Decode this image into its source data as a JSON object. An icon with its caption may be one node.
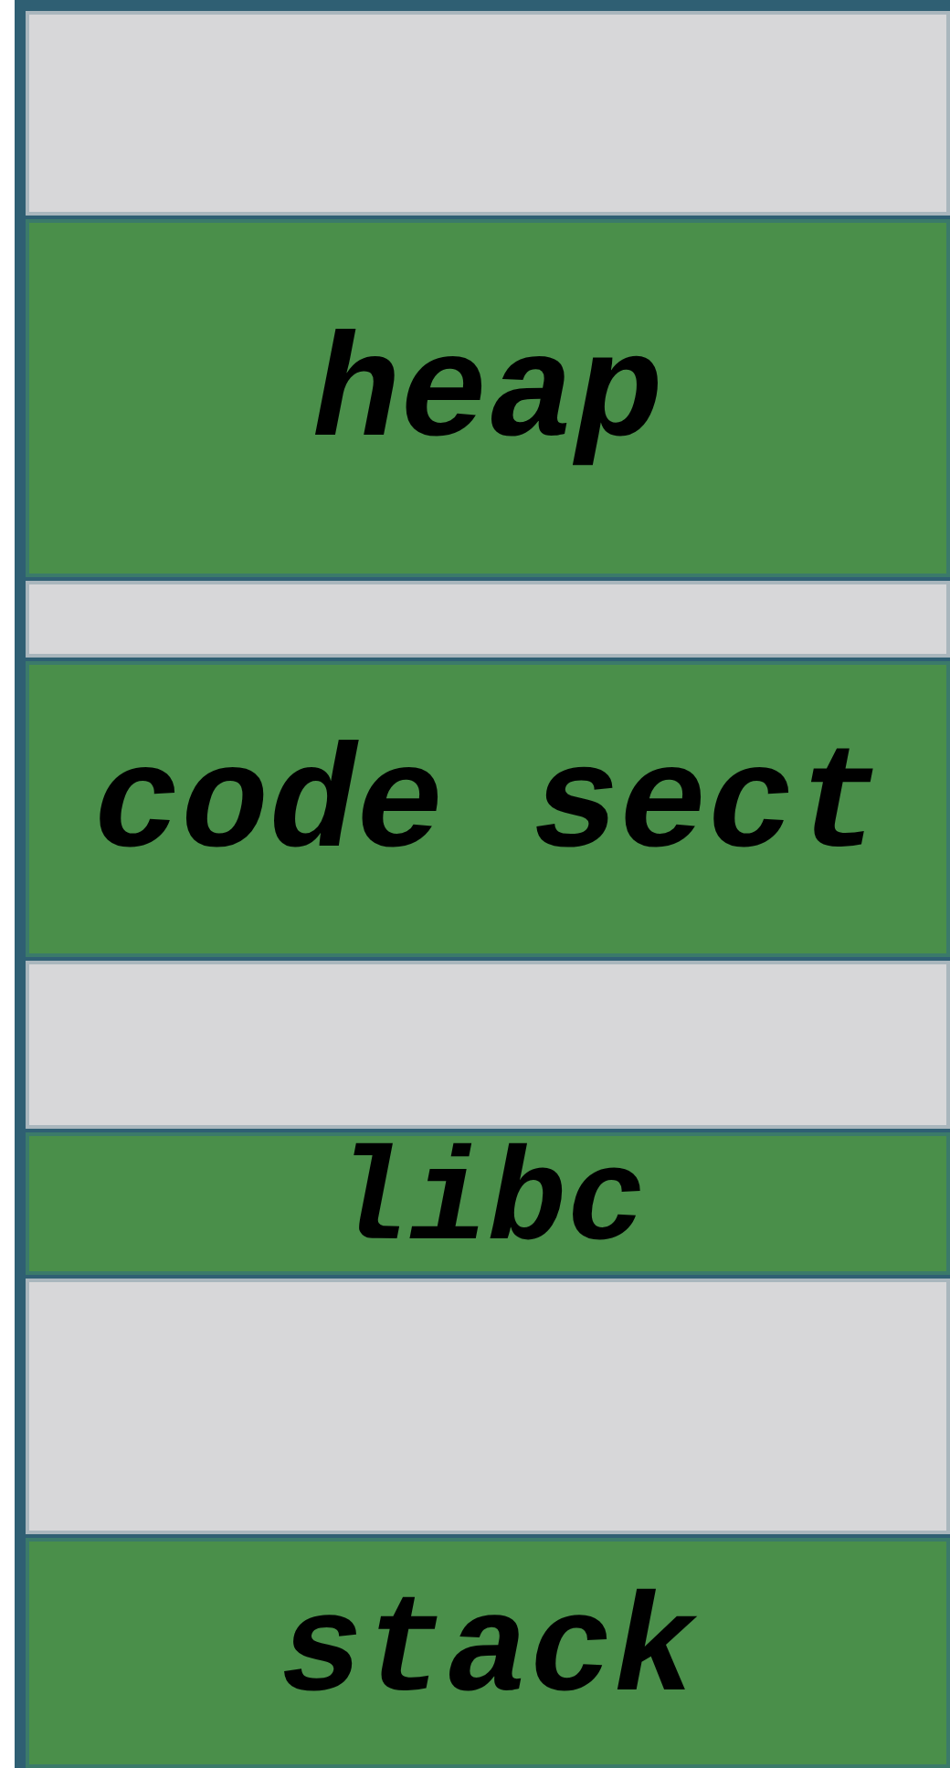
{
  "diagram": {
    "nodes": [
      {
        "text": [],
        "shape": "box"
      },
      {
        "text": [
          "heap"
        ]
      },
      {
        "text": [],
        "shape": "box"
      },
      {
        "text": [
          "code sect"
        ]
      },
      {
        "text": [],
        "shape": "box"
      },
      {
        "text": [
          "libc"
        ]
      },
      {
        "text": [],
        "shape": "box"
      },
      {
        "text": [
          "stack"
        ]
      }
    ]
  }
}
